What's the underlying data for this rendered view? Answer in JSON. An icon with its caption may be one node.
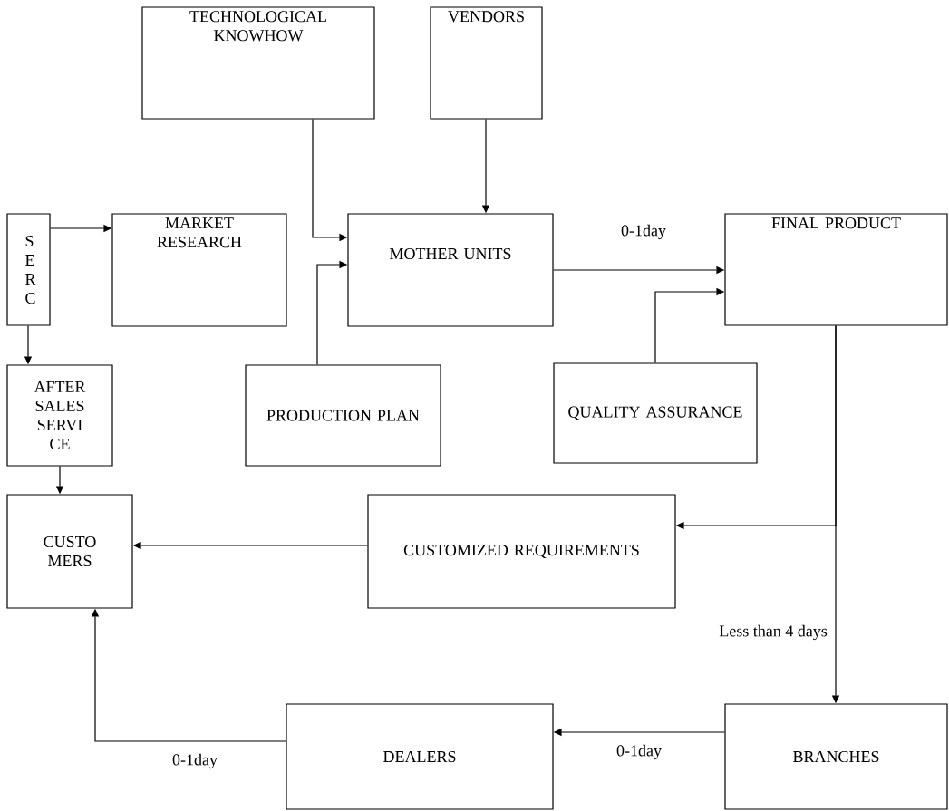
{
  "diagram": {
    "nodes": [
      {
        "text": [
          "TECHNOLOGICAL KNOWHOW"
        ]
      },
      {
        "text": [
          "VENDORS"
        ]
      },
      {
        "text": [
          "S E R C"
        ]
      },
      {
        "text": [
          "MARKET RESEARCH"
        ]
      },
      {
        "text": [
          "MOTHER UNITS"
        ]
      },
      {
        "text": [
          "FINAL PRODUCT"
        ]
      },
      {
        "text": [
          "AFTER SALES SERVI CE"
        ]
      },
      {
        "text": [
          "PRODUCTION PLAN"
        ]
      },
      {
        "text": [
          "QUALITY ASSURANCE"
        ]
      },
      {
        "text": [
          "CUSTO MERS"
        ]
      },
      {
        "text": [
          "CUSTOMIZED REQUIREMENTS"
        ]
      },
      {
        "text": [
          "DEALERS"
        ]
      },
      {
        "text": [
          "BRANCHES"
        ]
      }
    ],
    "edges": [
      {
        "from": 0,
        "to": 4,
        "arrow": "to"
      },
      {
        "from": 7,
        "to": 4,
        "arrow": "to"
      },
      {
        "from": 1,
        "to": 4,
        "arrow": "to"
      },
      {
        "from": 2,
        "to": 3,
        "arrow": "to"
      },
      {
        "from": 2,
        "to": 6,
        "arrow": "to"
      },
      {
        "from": 4,
        "to": 5,
        "arrow": "to",
        "label": "0-1day"
      },
      {
        "from": 8,
        "to": 5,
        "arrow": "to"
      },
      {
        "from": 6,
        "to": 9,
        "arrow": "to"
      },
      {
        "from": 5,
        "to": 10,
        "arrow": "to"
      },
      {
        "from": 10,
        "to": 9,
        "arrow": "to"
      },
      {
        "from": 5,
        "to": 12,
        "arrow": "to",
        "label": "Less than 4 days"
      },
      {
        "from": 12,
        "to": 11,
        "arrow": "to",
        "label": "0-1day"
      },
      {
        "from": 11,
        "to": 9,
        "arrow": "to",
        "label": "0-1day"
      }
    ]
  }
}
